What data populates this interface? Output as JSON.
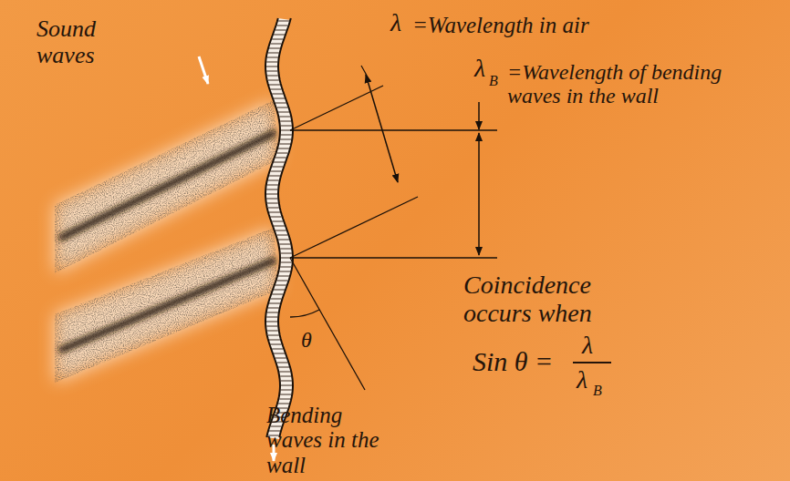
{
  "diagram": {
    "labels": [
      "Sound waves",
      "λ",
      "=Wavelength in air",
      "λ",
      "B",
      "=Wavelength of bending waves in the wall",
      "θ",
      "Coincidence occurs when",
      "Sin θ =",
      "λ",
      "λ",
      "B",
      "Bending waves in the wall"
    ]
  }
}
